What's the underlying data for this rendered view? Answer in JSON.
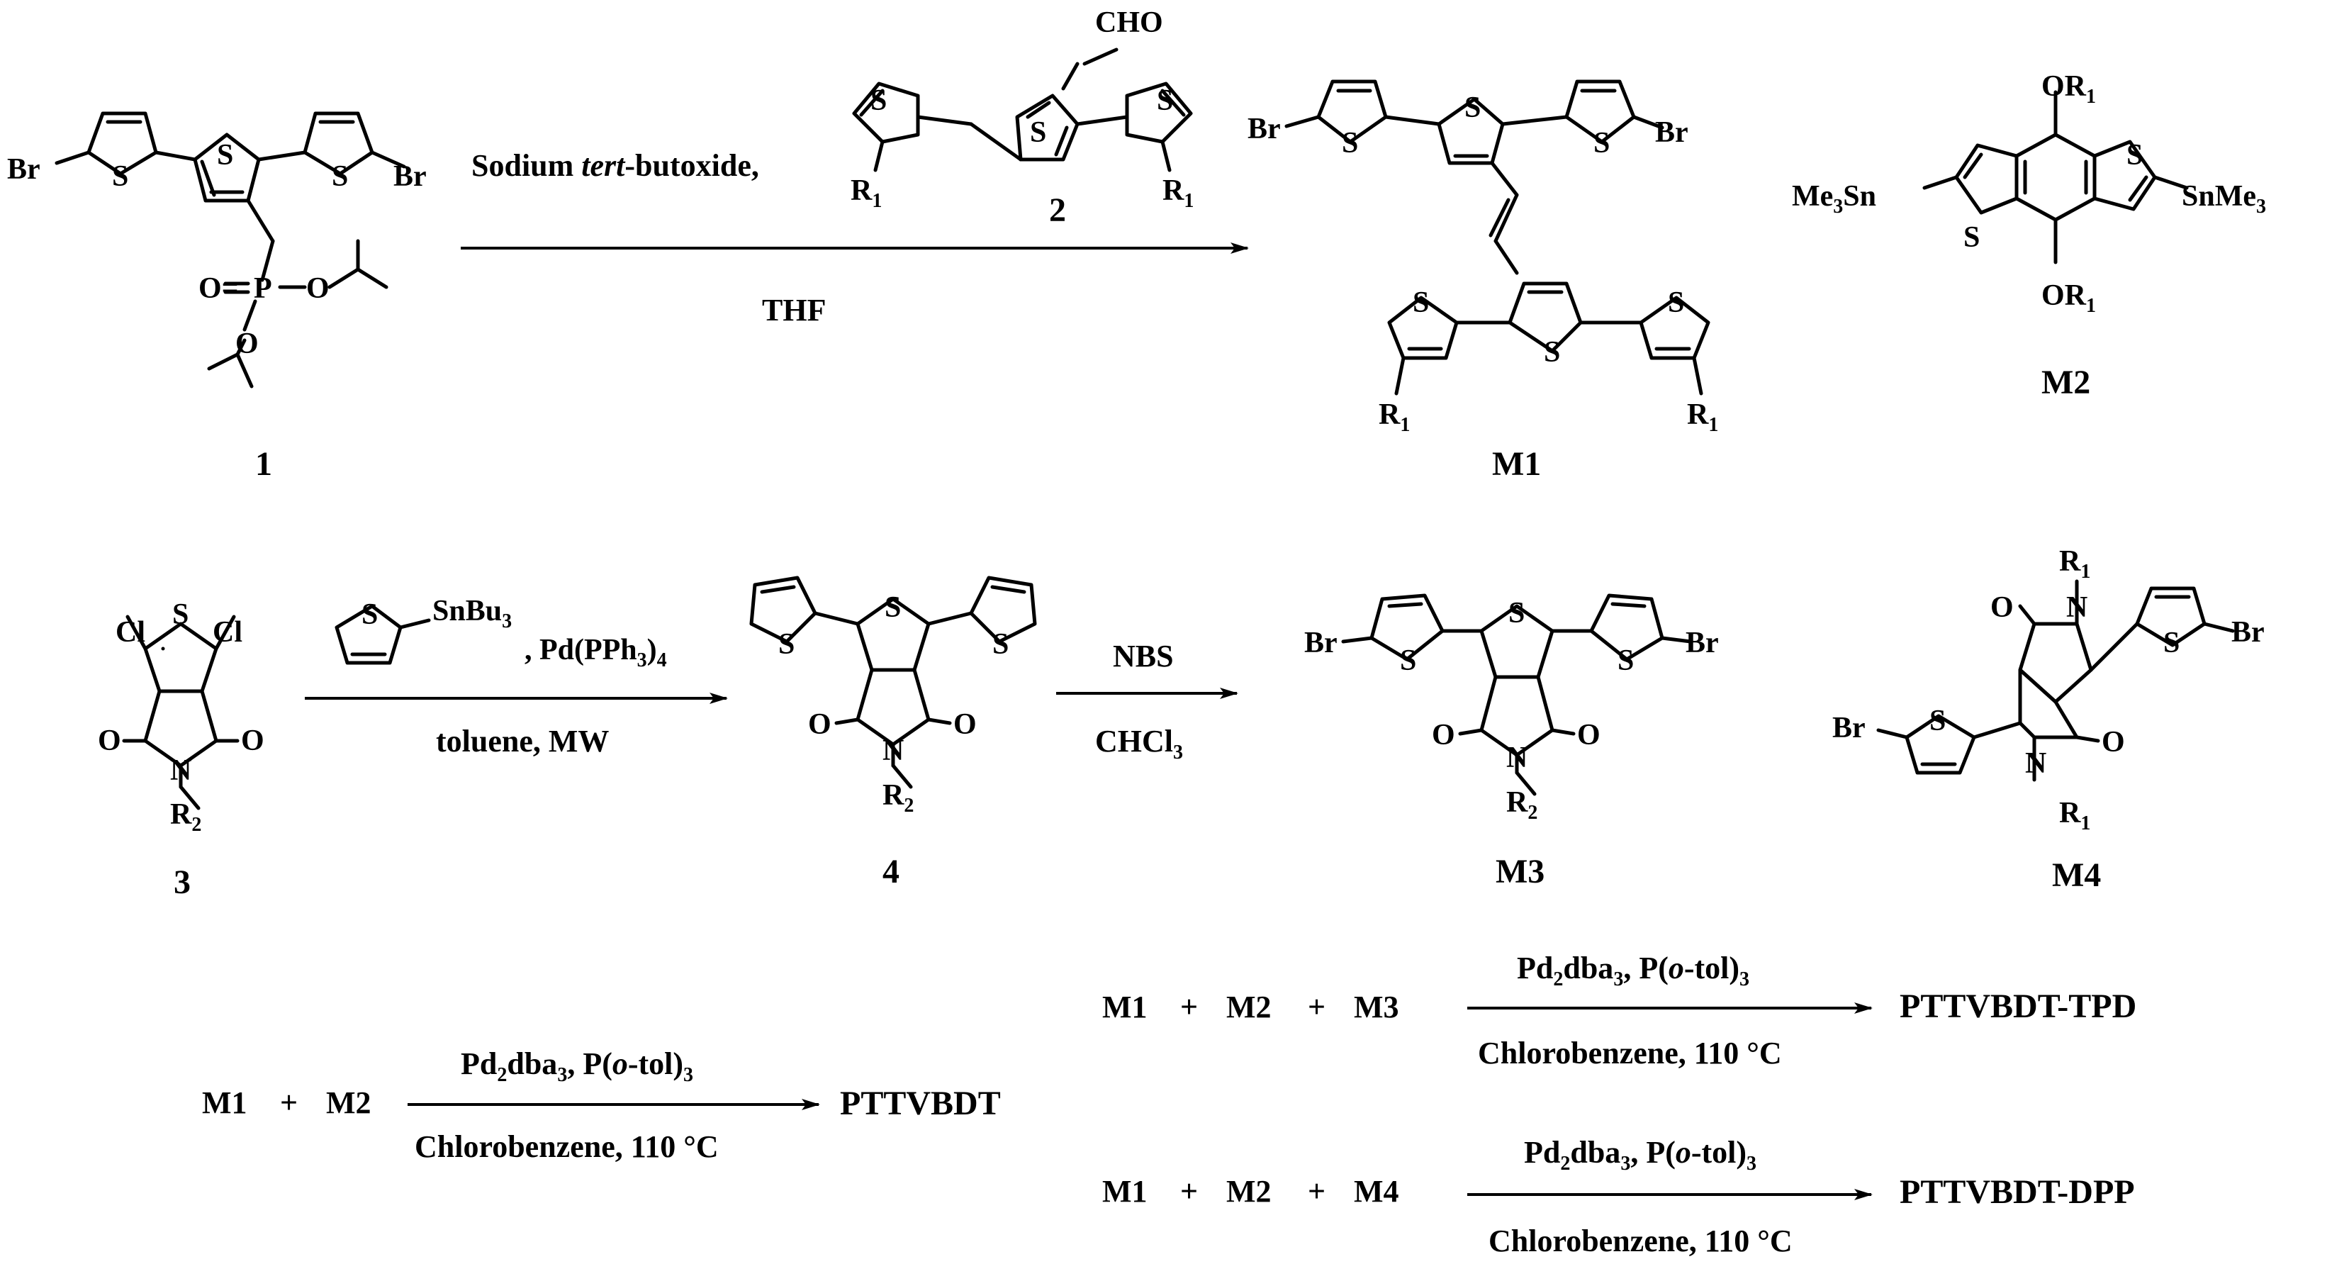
{
  "scheme": {
    "row1": {
      "compound1": {
        "id": "1",
        "Br": "Br",
        "S": "S",
        "P": "P",
        "O": "O",
        "Oeq": "O="
      },
      "compound2": {
        "id": "2",
        "cho": "CHO",
        "S": "S",
        "R": "R",
        "sub": "1"
      },
      "step1": {
        "reagent": "Sodium ",
        "reagent_italic": "tert",
        "reagent_end": "-butoxide,",
        "solvent": "THF"
      },
      "M1": {
        "id": "M1",
        "Br": "Br",
        "S": "S",
        "R": "R",
        "sub": "1"
      },
      "M2": {
        "id": "M2",
        "left": "Me",
        "left_sub": "3",
        "left_end": "Sn",
        "right": "SnMe",
        "right_sub": "3",
        "O": "OR",
        "sub": "1",
        "S": "S"
      }
    },
    "row2": {
      "compound3": {
        "id": "3",
        "Cl": "Cl",
        "S": "S",
        "O": "O",
        "N": "N",
        "R": "R",
        "sub": "2"
      },
      "step2": {
        "stannane": "SnBu",
        "stannane_sub": "3",
        "catalyst": ", Pd(PPh",
        "catalyst_sub": "3",
        "catalyst_end": ")",
        "catalyst_sub2": "4",
        "conditions": "toluene, MW",
        "S": "S"
      },
      "compound4": {
        "id": "4",
        "S": "S",
        "O": "O",
        "N": "N",
        "R": "R",
        "sub": "2"
      },
      "step3": {
        "reagent": "NBS",
        "solvent": "CHCl",
        "solvent_sub": "3"
      },
      "M3": {
        "id": "M3",
        "Br": "Br",
        "S": "S",
        "O": "O",
        "N": "N",
        "R": "R",
        "sub": "2"
      },
      "M4": {
        "id": "M4",
        "Br": "Br",
        "S": "S",
        "O": "O",
        "N": "N",
        "R": "R",
        "sub": "1"
      }
    },
    "polymerizations": [
      {
        "monomers": [
          "M1",
          "M2"
        ],
        "plus": "+",
        "catalyst": "Pd",
        "cat_sub": "2",
        "cat_mid": "dba",
        "cat_sub2": "3",
        "cat_mid2": ", P(",
        "cat_italic": "o",
        "cat_end": "-tol)",
        "cat_sub3": "3",
        "conditions": "Chlorobenzene, 110 °C",
        "product": "PTTVBDT"
      },
      {
        "monomers": [
          "M1",
          "M2",
          "M3"
        ],
        "plus": "+",
        "catalyst": "Pd",
        "cat_sub": "2",
        "cat_mid": "dba",
        "cat_sub2": "3",
        "cat_mid2": ", P(",
        "cat_italic": "o",
        "cat_end": "-tol)",
        "cat_sub3": "3",
        "conditions": "Chlorobenzene, 110 °C",
        "product": "PTTVBDT-TPD"
      },
      {
        "monomers": [
          "M1",
          "M2",
          "M4"
        ],
        "plus": "+",
        "catalyst": "Pd",
        "cat_sub": "2",
        "cat_mid": "dba",
        "cat_sub2": "3",
        "cat_mid2": ", P(",
        "cat_italic": "o",
        "cat_end": "-tol)",
        "cat_sub3": "3",
        "conditions": "Chlorobenzene, 110 °C",
        "product": "PTTVBDT-DPP"
      }
    ]
  }
}
